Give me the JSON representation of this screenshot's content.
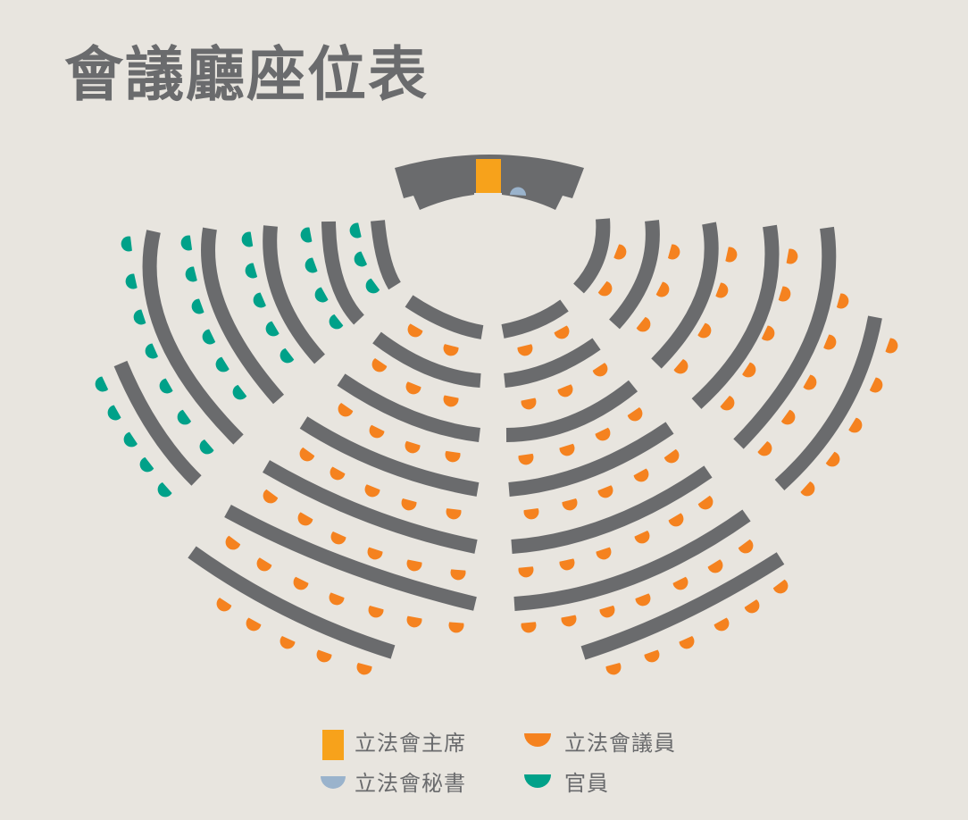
{
  "title": "會議廳座位表",
  "colors": {
    "background": "#e8e5df",
    "desk": "#6a6b6d",
    "president": "#f7a21b",
    "secretary": "#9ab3cc",
    "member": "#f5821f",
    "official": "#00a189"
  },
  "legend": {
    "president": "立法會主席",
    "secretary": "立法會秘書",
    "member": "立法會議員",
    "official": "官員"
  }
}
